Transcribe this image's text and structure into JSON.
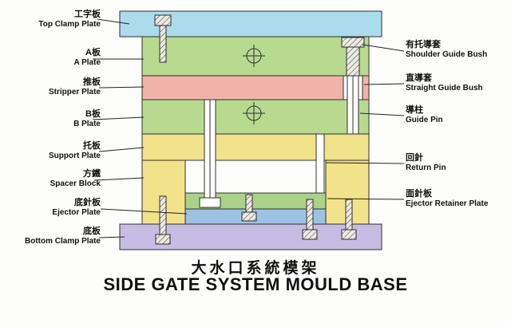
{
  "title": {
    "chinese": "大水口系統模架",
    "english": "SIDE GATE SYSTEM MOULD BASE"
  },
  "left_labels": [
    {
      "zh": "工字板",
      "en": "Top Clamp Plate"
    },
    {
      "zh": "A板",
      "en": "A Plate"
    },
    {
      "zh": "推板",
      "en": "Stripper Plate"
    },
    {
      "zh": "B板",
      "en": "B Plate"
    },
    {
      "zh": "托板",
      "en": "Support Plate"
    },
    {
      "zh": "方鐵",
      "en": "Spacer Block"
    },
    {
      "zh": "底針板",
      "en": "Ejector Plate"
    },
    {
      "zh": "底板",
      "en": "Bottom Clamp Plate"
    }
  ],
  "right_labels": [
    {
      "zh": "有托導套",
      "en": "Shoulder Guide Bush"
    },
    {
      "zh": "直導套",
      "en": "Straight Guide Bush"
    },
    {
      "zh": "導柱",
      "en": "Guide Pin"
    },
    {
      "zh": "回針",
      "en": "Return Pin"
    },
    {
      "zh": "面針板",
      "en": "Ejector Retainer Plate"
    }
  ],
  "colors": {
    "top_clamp": "#aadcec",
    "green_plate": "#b7da8e",
    "stripper_pink": "#f1b3a9",
    "yellow_plate": "#f2e28a",
    "retainer_green": "#abd286",
    "ejector_blue": "#9cc3e4",
    "bottom_purple": "#c7bde4"
  }
}
